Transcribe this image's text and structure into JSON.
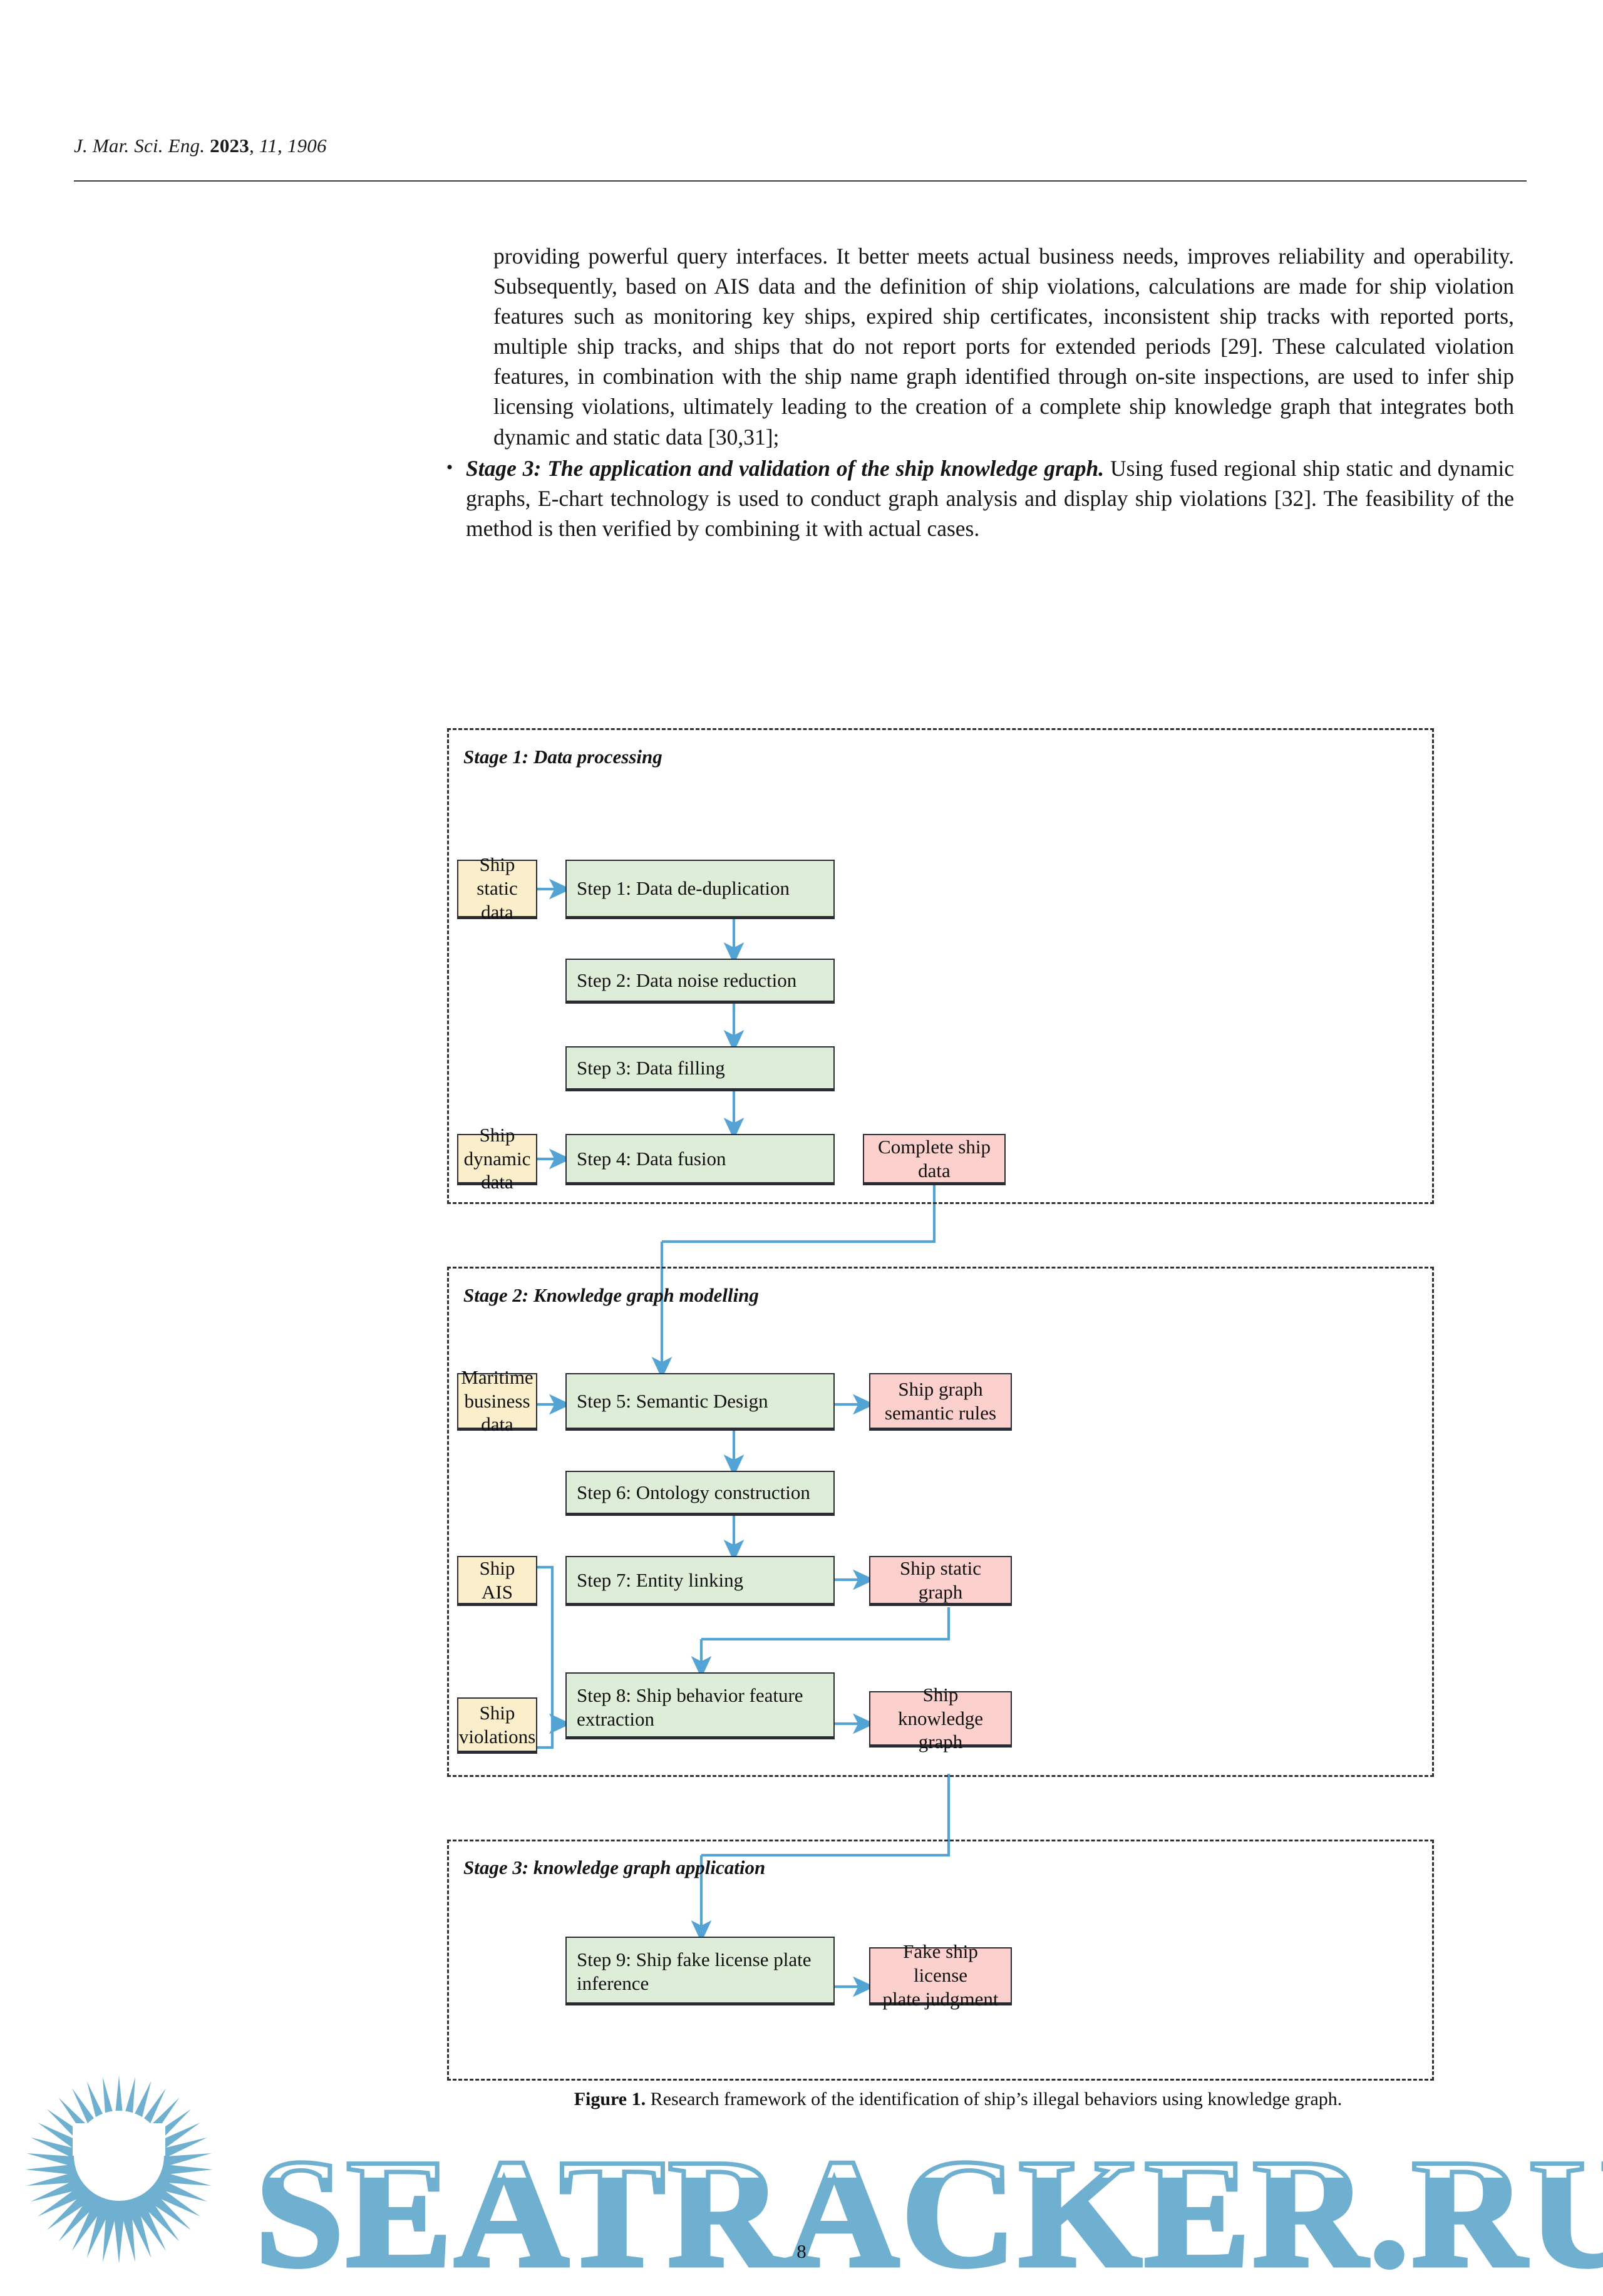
{
  "running_head": {
    "journal": "J. Mar. Sci. Eng.",
    "year": "2023",
    "volume": "11",
    "article": "1906"
  },
  "body": {
    "paragraph": "providing powerful query interfaces. It better meets actual business needs, improves reliability and operability. Subsequently, based on AIS data and the definition of ship violations, calculations are made for ship violation features such as monitoring key ships, expired ship certificates, inconsistent ship tracks with reported ports, multiple ship tracks, and ships that do not report ports for extended periods [29]. These calculated violation features, in combination with the ship name graph identified through on-site inspections, are used to infer ship licensing violations, ultimately leading to the creation of a complete ship knowledge graph that integrates both dynamic and static data [30,31];",
    "bullet_marker": "•",
    "bullet_lead": "Stage 3: The application and validation of the ship knowledge graph.",
    "bullet_rest": " Using fused regional ship static and dynamic graphs, E-chart technology is used to conduct graph analysis and display ship violations [32]. The feasibility of the method is then verified by combining it with actual cases."
  },
  "figure": {
    "caption_label": "Figure 1.",
    "caption_text": " Research framework of the identification of ship’s illegal behaviors using knowledge graph.",
    "colors": {
      "input_fill": "#faeecb",
      "step_fill": "#ddedd7",
      "output_fill": "#fbd0cd",
      "border": "#2b2b33",
      "arrow": "#53a3d4",
      "stage_border": "#2f2f36"
    },
    "stages": [
      {
        "id": "stage-1",
        "label": "Stage 1: Data processing",
        "nodes": [
          {
            "id": "ship-static-data",
            "kind": "input",
            "text": "Ship static\ndata"
          },
          {
            "id": "step-1",
            "kind": "step",
            "text": "Step 1: Data de-duplication"
          },
          {
            "id": "step-2",
            "kind": "step",
            "text": "Step 2: Data noise reduction"
          },
          {
            "id": "step-3",
            "kind": "step",
            "text": "Step 3: Data filling"
          },
          {
            "id": "ship-dynamic-data",
            "kind": "input",
            "text": "Ship dynamic\ndata"
          },
          {
            "id": "step-4",
            "kind": "step",
            "text": "Step 4: Data fusion"
          },
          {
            "id": "complete-ship-data",
            "kind": "output",
            "text": "Complete ship\ndata"
          }
        ]
      },
      {
        "id": "stage-2",
        "label": "Stage 2: Knowledge graph modelling",
        "nodes": [
          {
            "id": "maritime-business-data",
            "kind": "input",
            "text": "Maritime\nbusiness data"
          },
          {
            "id": "step-5",
            "kind": "step",
            "text": "Step 5: Semantic Design"
          },
          {
            "id": "ship-graph-semantic-rules",
            "kind": "output",
            "text": "Ship graph\nsemantic rules"
          },
          {
            "id": "step-6",
            "kind": "step",
            "text": "Step 6: Ontology construction"
          },
          {
            "id": "ship-ais",
            "kind": "input",
            "text": "Ship AIS"
          },
          {
            "id": "step-7",
            "kind": "step",
            "text": "Step 7: Entity linking"
          },
          {
            "id": "ship-static-graph",
            "kind": "output",
            "text": "Ship static graph"
          },
          {
            "id": "ship-violations",
            "kind": "input",
            "text": "Ship\nviolations"
          },
          {
            "id": "step-8",
            "kind": "step",
            "text": "Step 8: Ship behavior feature extraction"
          },
          {
            "id": "ship-knowledge-graph",
            "kind": "output",
            "text": "Ship knowledge\ngraph"
          }
        ]
      },
      {
        "id": "stage-3",
        "label": "Stage 3: knowledge graph application",
        "nodes": [
          {
            "id": "step-9",
            "kind": "step",
            "text": "Step 9: Ship fake license plate inference"
          },
          {
            "id": "fake-ship-license-plate-judgment",
            "kind": "output",
            "text": "Fake ship license\nplate judgment"
          }
        ]
      }
    ]
  },
  "footer": {
    "page_number": "8"
  },
  "watermark": {
    "text": "SEATRACKER.RU",
    "color": "#6fb0d0"
  }
}
